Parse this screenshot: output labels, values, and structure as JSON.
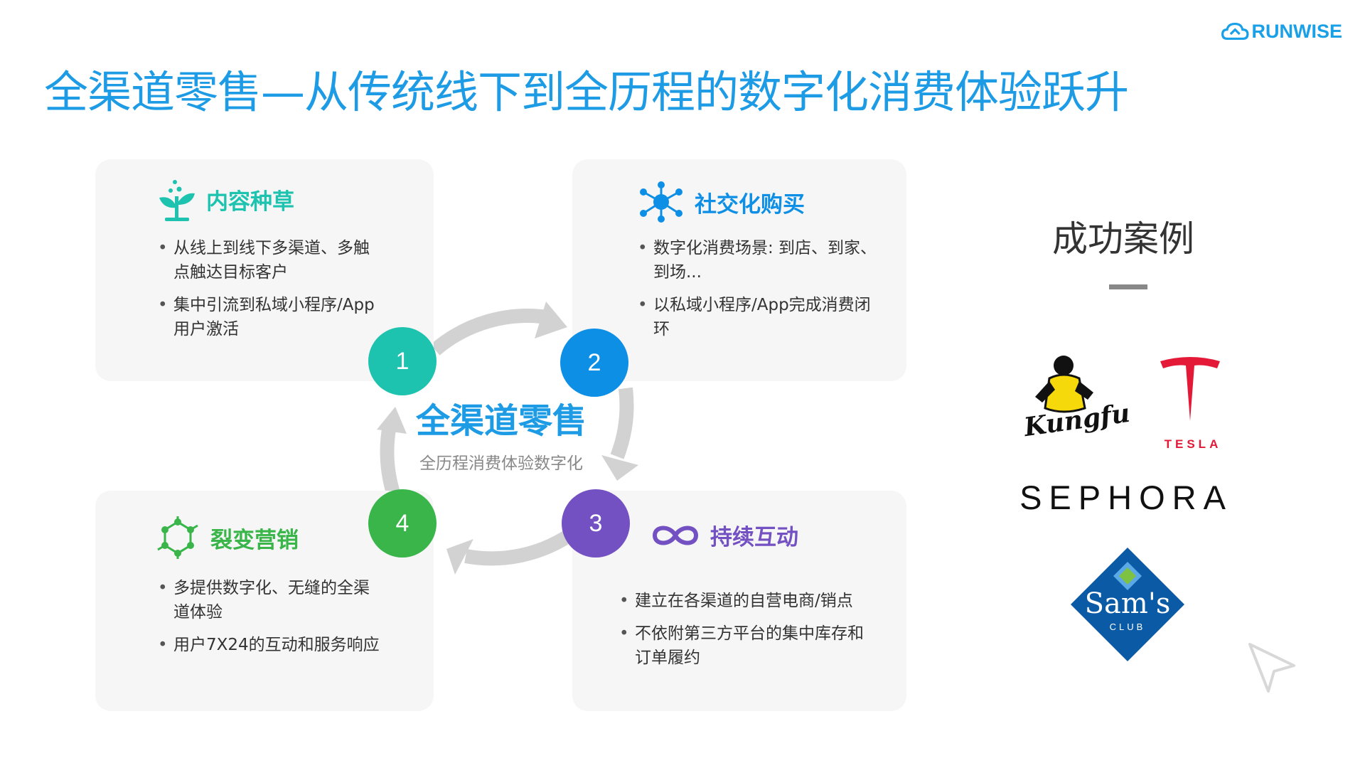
{
  "logo": {
    "text": "RUNWISE",
    "color": "#1aa0e6"
  },
  "title": "全渠道零售—从传统线下到全历程的数字化消费体验跃升",
  "center": {
    "title": "全渠道零售",
    "subtitle": "全历程消费体验数字化"
  },
  "cards": [
    {
      "id": "card1",
      "number": "1",
      "title": "内容种草",
      "color": "#1ec3b0",
      "icon": "sprout-icon",
      "bullets": [
        [
          "从线上到线下多渠道、多触",
          "点触达目标客户"
        ],
        [
          "集中引流到私域小程序/App",
          "用户激活"
        ]
      ]
    },
    {
      "id": "card2",
      "number": "2",
      "title": "社交化购买",
      "color": "#0e8fe6",
      "icon": "network-icon",
      "bullets": [
        [
          "数字化消费场景: 到店、到家、",
          "到场..."
        ],
        [
          "以私域小程序/App完成消费闭",
          "环"
        ]
      ]
    },
    {
      "id": "card3",
      "number": "3",
      "title": "持续互动",
      "color": "#7451c2",
      "icon": "infinity-icon",
      "bullets": [
        [
          "建立在各渠道的自营电商/销点"
        ],
        [
          "不依附第三方平台的集中库存和",
          "订单履约"
        ]
      ]
    },
    {
      "id": "card4",
      "number": "4",
      "title": "裂变营销",
      "color": "#39b54a",
      "icon": "molecule-icon",
      "bullets": [
        [
          "多提供数字化、无缝的全渠",
          "道体验"
        ],
        [
          "用户7X24的互动和服务响应"
        ]
      ]
    }
  ],
  "cases": {
    "title": "成功案例",
    "brands": {
      "kungfu": "Kungfu",
      "tesla": "TESLA",
      "sephora": "SEPHORA",
      "sams": "Sam's",
      "sams_sub": "CLUB"
    }
  }
}
